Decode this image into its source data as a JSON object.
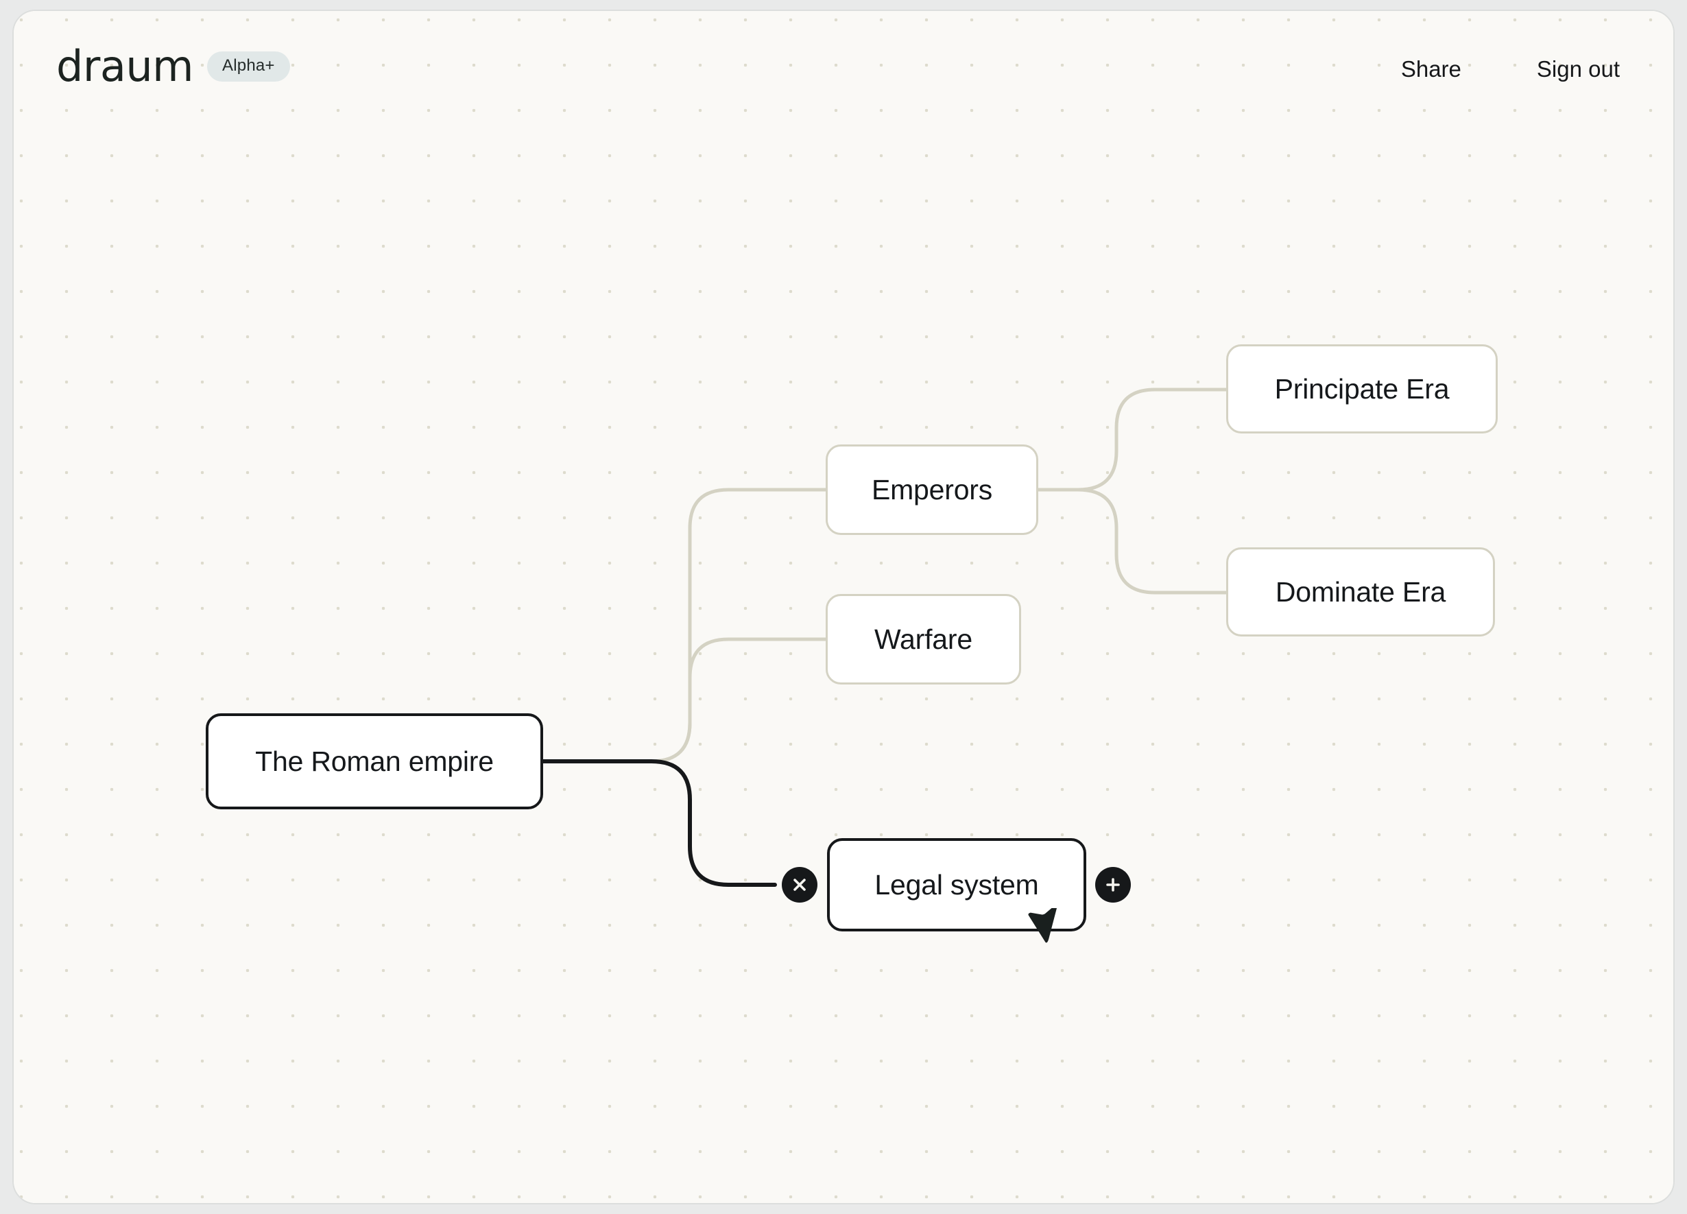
{
  "header": {
    "logo": "draum",
    "badge": "Alpha+",
    "share_label": "Share",
    "signout_label": "Sign out"
  },
  "canvas": {
    "background_color": "#faf9f6",
    "dot_color": "#dddbcd",
    "frame_border_color": "#dcdedd",
    "outer_background": "#e9eaea"
  },
  "colors": {
    "node_border_branch": "#d4d2c3",
    "node_border_active": "#16181a",
    "node_fill": "#ffffff",
    "edge_branch": "#d4d2c3",
    "edge_active": "#16181a",
    "text": "#15181b",
    "badge_bg": "#e1e8e8",
    "button_bg": "#16181a"
  },
  "mindmap": {
    "root": {
      "id": "root",
      "label": "The Roman empire",
      "state": "active"
    },
    "nodes": [
      {
        "id": "emperors",
        "label": "Emperors",
        "state": "branch",
        "parent": "root"
      },
      {
        "id": "warfare",
        "label": "Warfare",
        "state": "branch",
        "parent": "root"
      },
      {
        "id": "legal",
        "label": "Legal system",
        "state": "active",
        "parent": "root",
        "selected": true
      },
      {
        "id": "principate",
        "label": "Principate Era",
        "state": "branch",
        "parent": "emperors"
      },
      {
        "id": "dominate",
        "label": "Dominate Era",
        "state": "branch",
        "parent": "emperors"
      }
    ],
    "selected_node_actions": {
      "delete_label": "×",
      "add_label": "+",
      "delete_icon": "close-circle-icon",
      "add_icon": "plus-circle-icon"
    }
  }
}
